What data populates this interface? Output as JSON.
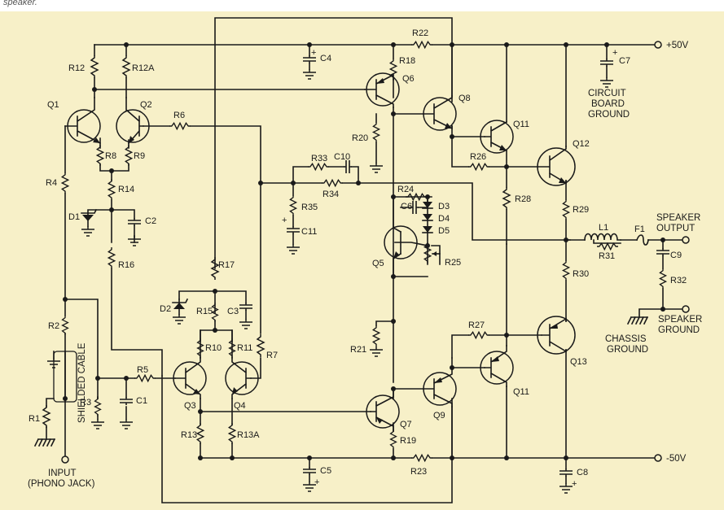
{
  "header_fragment": "speaker.",
  "labels": {
    "plus50": "+50V",
    "minus50": "-50V",
    "r1": "R1",
    "r2": "R2",
    "r3": "R3",
    "r4": "R4",
    "r5": "R5",
    "r6": "R6",
    "r7": "R7",
    "r8": "R8",
    "r9": "R9",
    "r10": "R10",
    "r11": "R11",
    "r12": "R12",
    "r12a": "R12A",
    "r13": "R13",
    "r13a": "R13A",
    "r14": "R14",
    "r15": "R15",
    "r16": "R16",
    "r17": "R17",
    "r18": "R18",
    "r19": "R19",
    "r20": "R20",
    "r21": "R21",
    "r22": "R22",
    "r23": "R23",
    "r24": "R24",
    "r25": "R25",
    "r26": "R26",
    "r27": "R27",
    "r28": "R28",
    "r29": "R29",
    "r30": "R30",
    "r31": "R31",
    "r32": "R32",
    "r33": "R33",
    "r34": "R34",
    "r35": "R35",
    "c1": "C1",
    "c2": "C2",
    "c3": "C3",
    "c4": "C4",
    "c5": "C5",
    "c6": "C6",
    "c7": "C7",
    "c8": "C8",
    "c9": "C9",
    "c10": "C10",
    "c11": "C11",
    "d1": "D1",
    "d2": "D2",
    "d3": "D3",
    "d4": "D4",
    "d5": "D5",
    "q1": "Q1",
    "q2": "Q2",
    "q3": "Q3",
    "q4": "Q4",
    "q5": "Q5",
    "q6": "Q6",
    "q7": "Q7",
    "q8": "Q8",
    "q9": "Q9",
    "q11a": "Q11",
    "q11b": "Q11",
    "q12": "Q12",
    "q13": "Q13",
    "l1": "L1",
    "f1": "F1",
    "shielded_cable": "SHIELDED CABLE",
    "input_1": "INPUT",
    "input_2": "(PHONO JACK)",
    "cbg_1": "CIRCUIT",
    "cbg_2": "BOARD",
    "cbg_3": "GROUND",
    "spk_out_1": "SPEAKER",
    "spk_out_2": "OUTPUT",
    "spk_gnd_1": "SPEAKER",
    "spk_gnd_2": "GROUND",
    "chassis_1": "CHASSIS",
    "chassis_2": "GROUND",
    "plus": "+"
  }
}
